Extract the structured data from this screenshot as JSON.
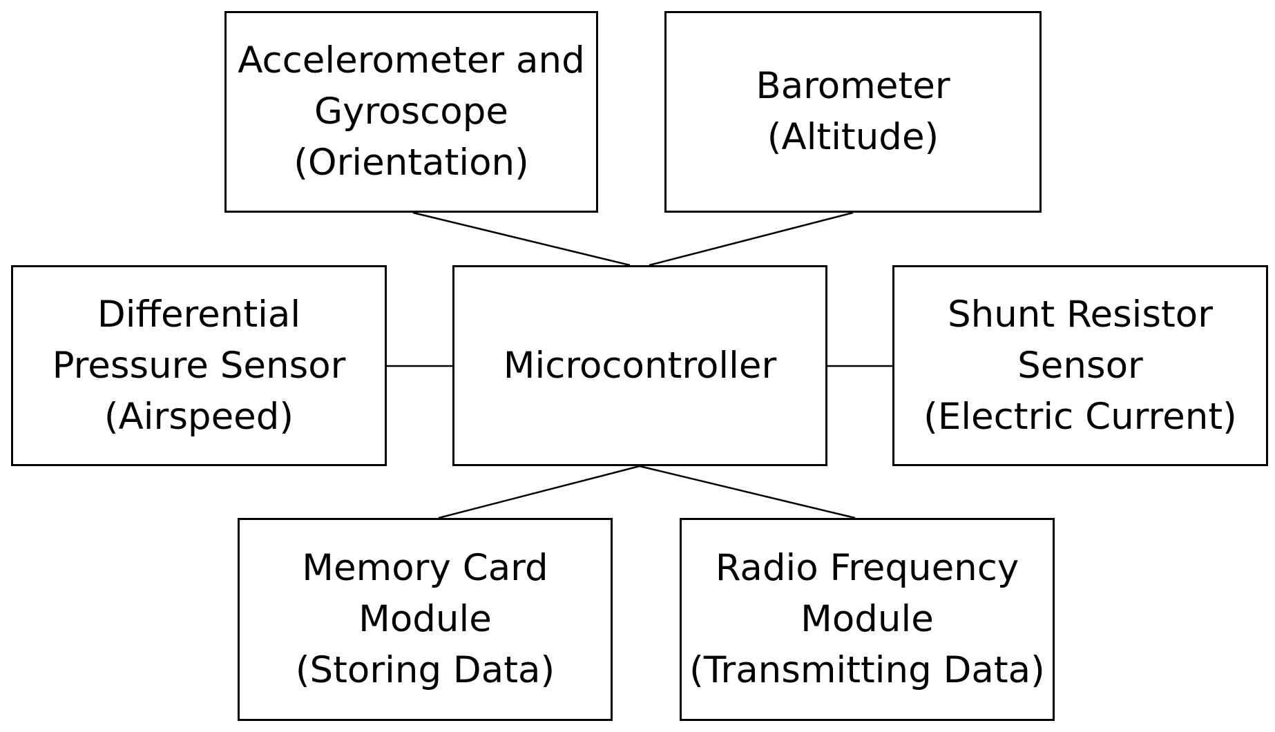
{
  "nodes": {
    "accelerometer": {
      "lines": [
        "Accelerometer and",
        "Gyroscope",
        "(Orientation)"
      ]
    },
    "barometer": {
      "lines": [
        "Barometer",
        "(Altitude)"
      ]
    },
    "differential_pressure": {
      "lines": [
        "Differential",
        "Pressure Sensor",
        "(Airspeed)"
      ]
    },
    "microcontroller": {
      "lines": [
        "Microcontroller"
      ]
    },
    "shunt_resistor": {
      "lines": [
        "Shunt Resistor",
        "Sensor",
        "(Electric Current)"
      ]
    },
    "memory_card": {
      "lines": [
        "Memory Card",
        "Module",
        "(Storing Data)"
      ]
    },
    "radio_frequency": {
      "lines": [
        "Radio Frequency",
        "Module",
        "(Transmitting Data)"
      ]
    }
  },
  "connections": [
    {
      "from": "accelerometer",
      "to": "microcontroller"
    },
    {
      "from": "barometer",
      "to": "microcontroller"
    },
    {
      "from": "differential_pressure",
      "to": "microcontroller"
    },
    {
      "from": "microcontroller",
      "to": "shunt_resistor"
    },
    {
      "from": "microcontroller",
      "to": "memory_card"
    },
    {
      "from": "microcontroller",
      "to": "radio_frequency"
    }
  ]
}
